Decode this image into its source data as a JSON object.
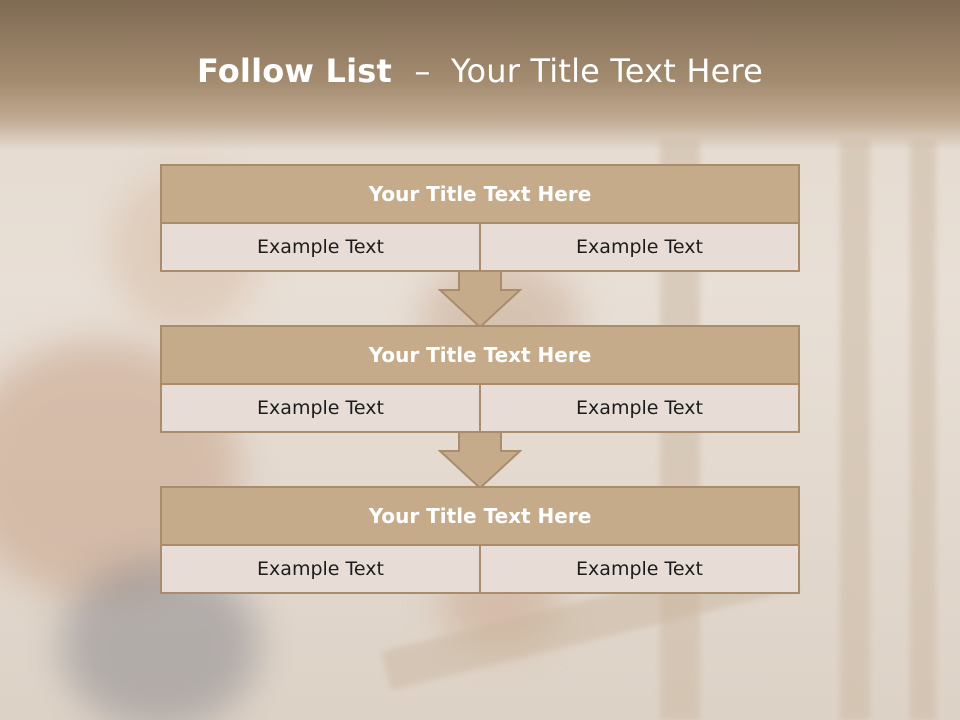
{
  "slide": {
    "title_bold": "Follow List",
    "title_separator": "–",
    "title_rest": "Your Title Text Here"
  },
  "blocks": [
    {
      "title": "Your Title Text Here",
      "cells": [
        "Example Text",
        "Example Text"
      ]
    },
    {
      "title": "Your Title Text Here",
      "cells": [
        "Example Text",
        "Example Text"
      ]
    },
    {
      "title": "Your Title Text Here",
      "cells": [
        "Example Text",
        "Example Text"
      ]
    }
  ],
  "colors": {
    "header_band": "#a48c70",
    "block_title_fill": "#c6ab8b",
    "block_border": "#a98c6c",
    "cell_fill": "#e7ddd6",
    "arrow_fill": "#c6ab8b"
  },
  "icons": [
    "down-arrow-icon",
    "down-arrow-icon"
  ]
}
